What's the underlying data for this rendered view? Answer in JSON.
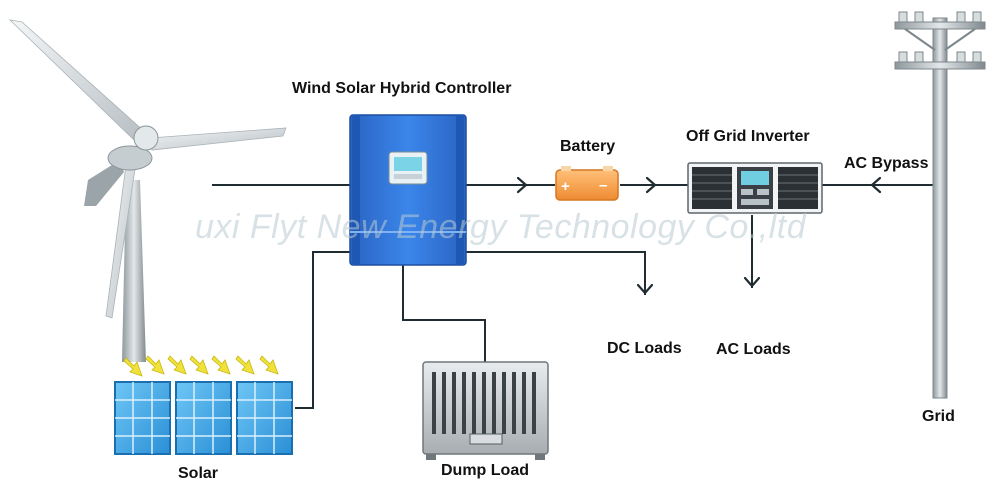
{
  "labels": {
    "controller": "Wind Solar Hybrid Controller",
    "battery": "Battery",
    "inverter": "Off Grid Inverter",
    "ac_bypass": "AC Bypass",
    "dc_loads": "DC Loads",
    "ac_loads": "AC Loads",
    "grid": "Grid",
    "solar": "Solar",
    "dump_load": "Dump Load"
  },
  "watermark": "uxi Flyt New Energy Technology Co.,ltd",
  "battery_symbols": {
    "plus": "+",
    "minus": "–"
  },
  "colors": {
    "controller": "#2f74d8",
    "battery": "#f3a04a",
    "line": "#1f2d33",
    "solar": "#3ba8e8",
    "arrow_sun": "#f0e23a"
  }
}
